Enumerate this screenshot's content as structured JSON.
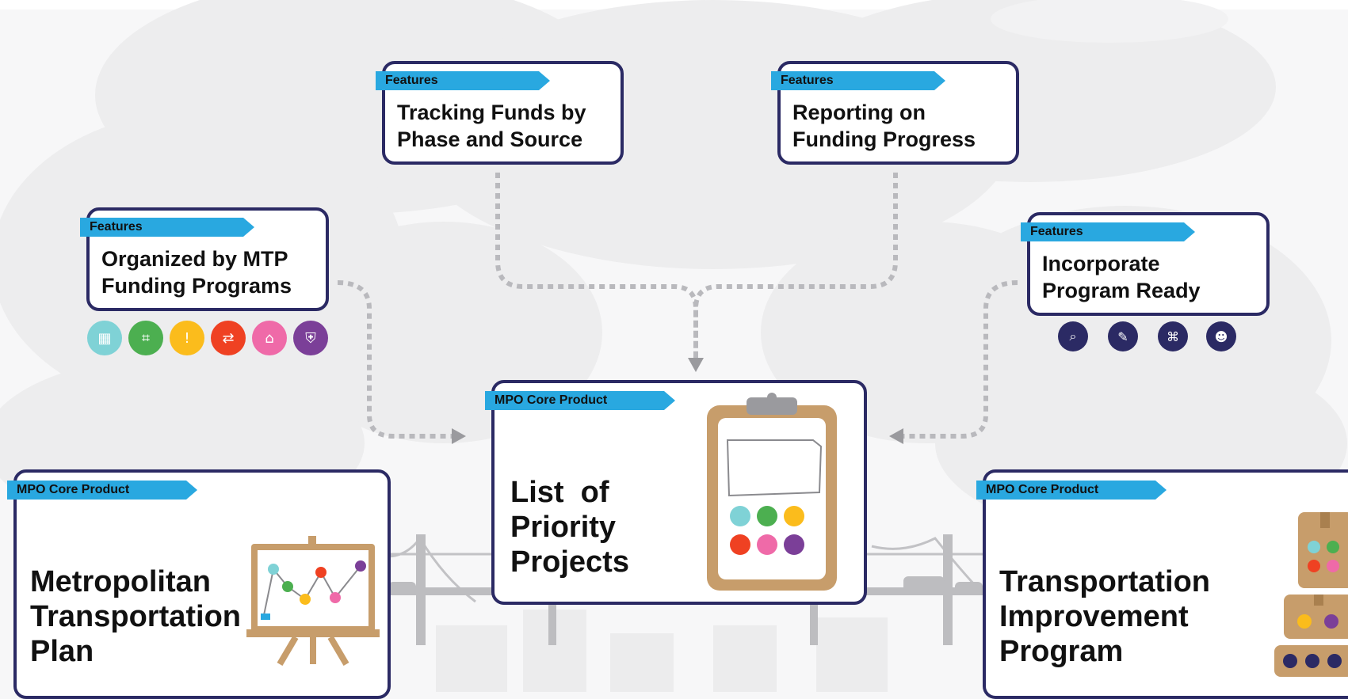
{
  "colors": {
    "card_border": "#2b2a64",
    "tag_blue": "#29a8e0",
    "arrow_grey": "#b9b9bd",
    "icon_teal": "#7fd2d6",
    "icon_green": "#4caf50",
    "icon_yellow": "#fbbc1c",
    "icon_red": "#ef4122",
    "icon_pink": "#ef6aa8",
    "icon_purple": "#7b3f98",
    "clipboard_tan": "#c79d6b"
  },
  "features": [
    {
      "tag": "Features",
      "line1": "Tracking Funds by",
      "line2": "Phase and Source"
    },
    {
      "tag": "Features",
      "line1": "Reporting on",
      "line2": "Funding Progress"
    },
    {
      "tag": "Features",
      "line1": "Organized by MTP",
      "line2": "Funding Programs"
    },
    {
      "tag": "Features",
      "line1": "Incorporate",
      "line2": "Program Ready"
    }
  ],
  "products": {
    "center": {
      "tag": "MPO Core Product",
      "line1": "List  of",
      "line2": "Priority",
      "line3": "Projects"
    },
    "left": {
      "tag": "MPO Core Product",
      "line1": "Metropolitan",
      "line2": "Transportation",
      "line3": "Plan"
    },
    "right": {
      "tag": "MPO Core Product",
      "line1": "Transportation",
      "line2": "Improvement",
      "line3": "Program"
    }
  },
  "program_icons": [
    "building-icon",
    "circuit-icon",
    "warning-icon",
    "bidirectional-arrow-icon",
    "transit-station-icon",
    "shield-icon"
  ],
  "ready_icons": [
    "magnifier-icon",
    "document-edit-icon",
    "tag-icon",
    "people-icon"
  ]
}
